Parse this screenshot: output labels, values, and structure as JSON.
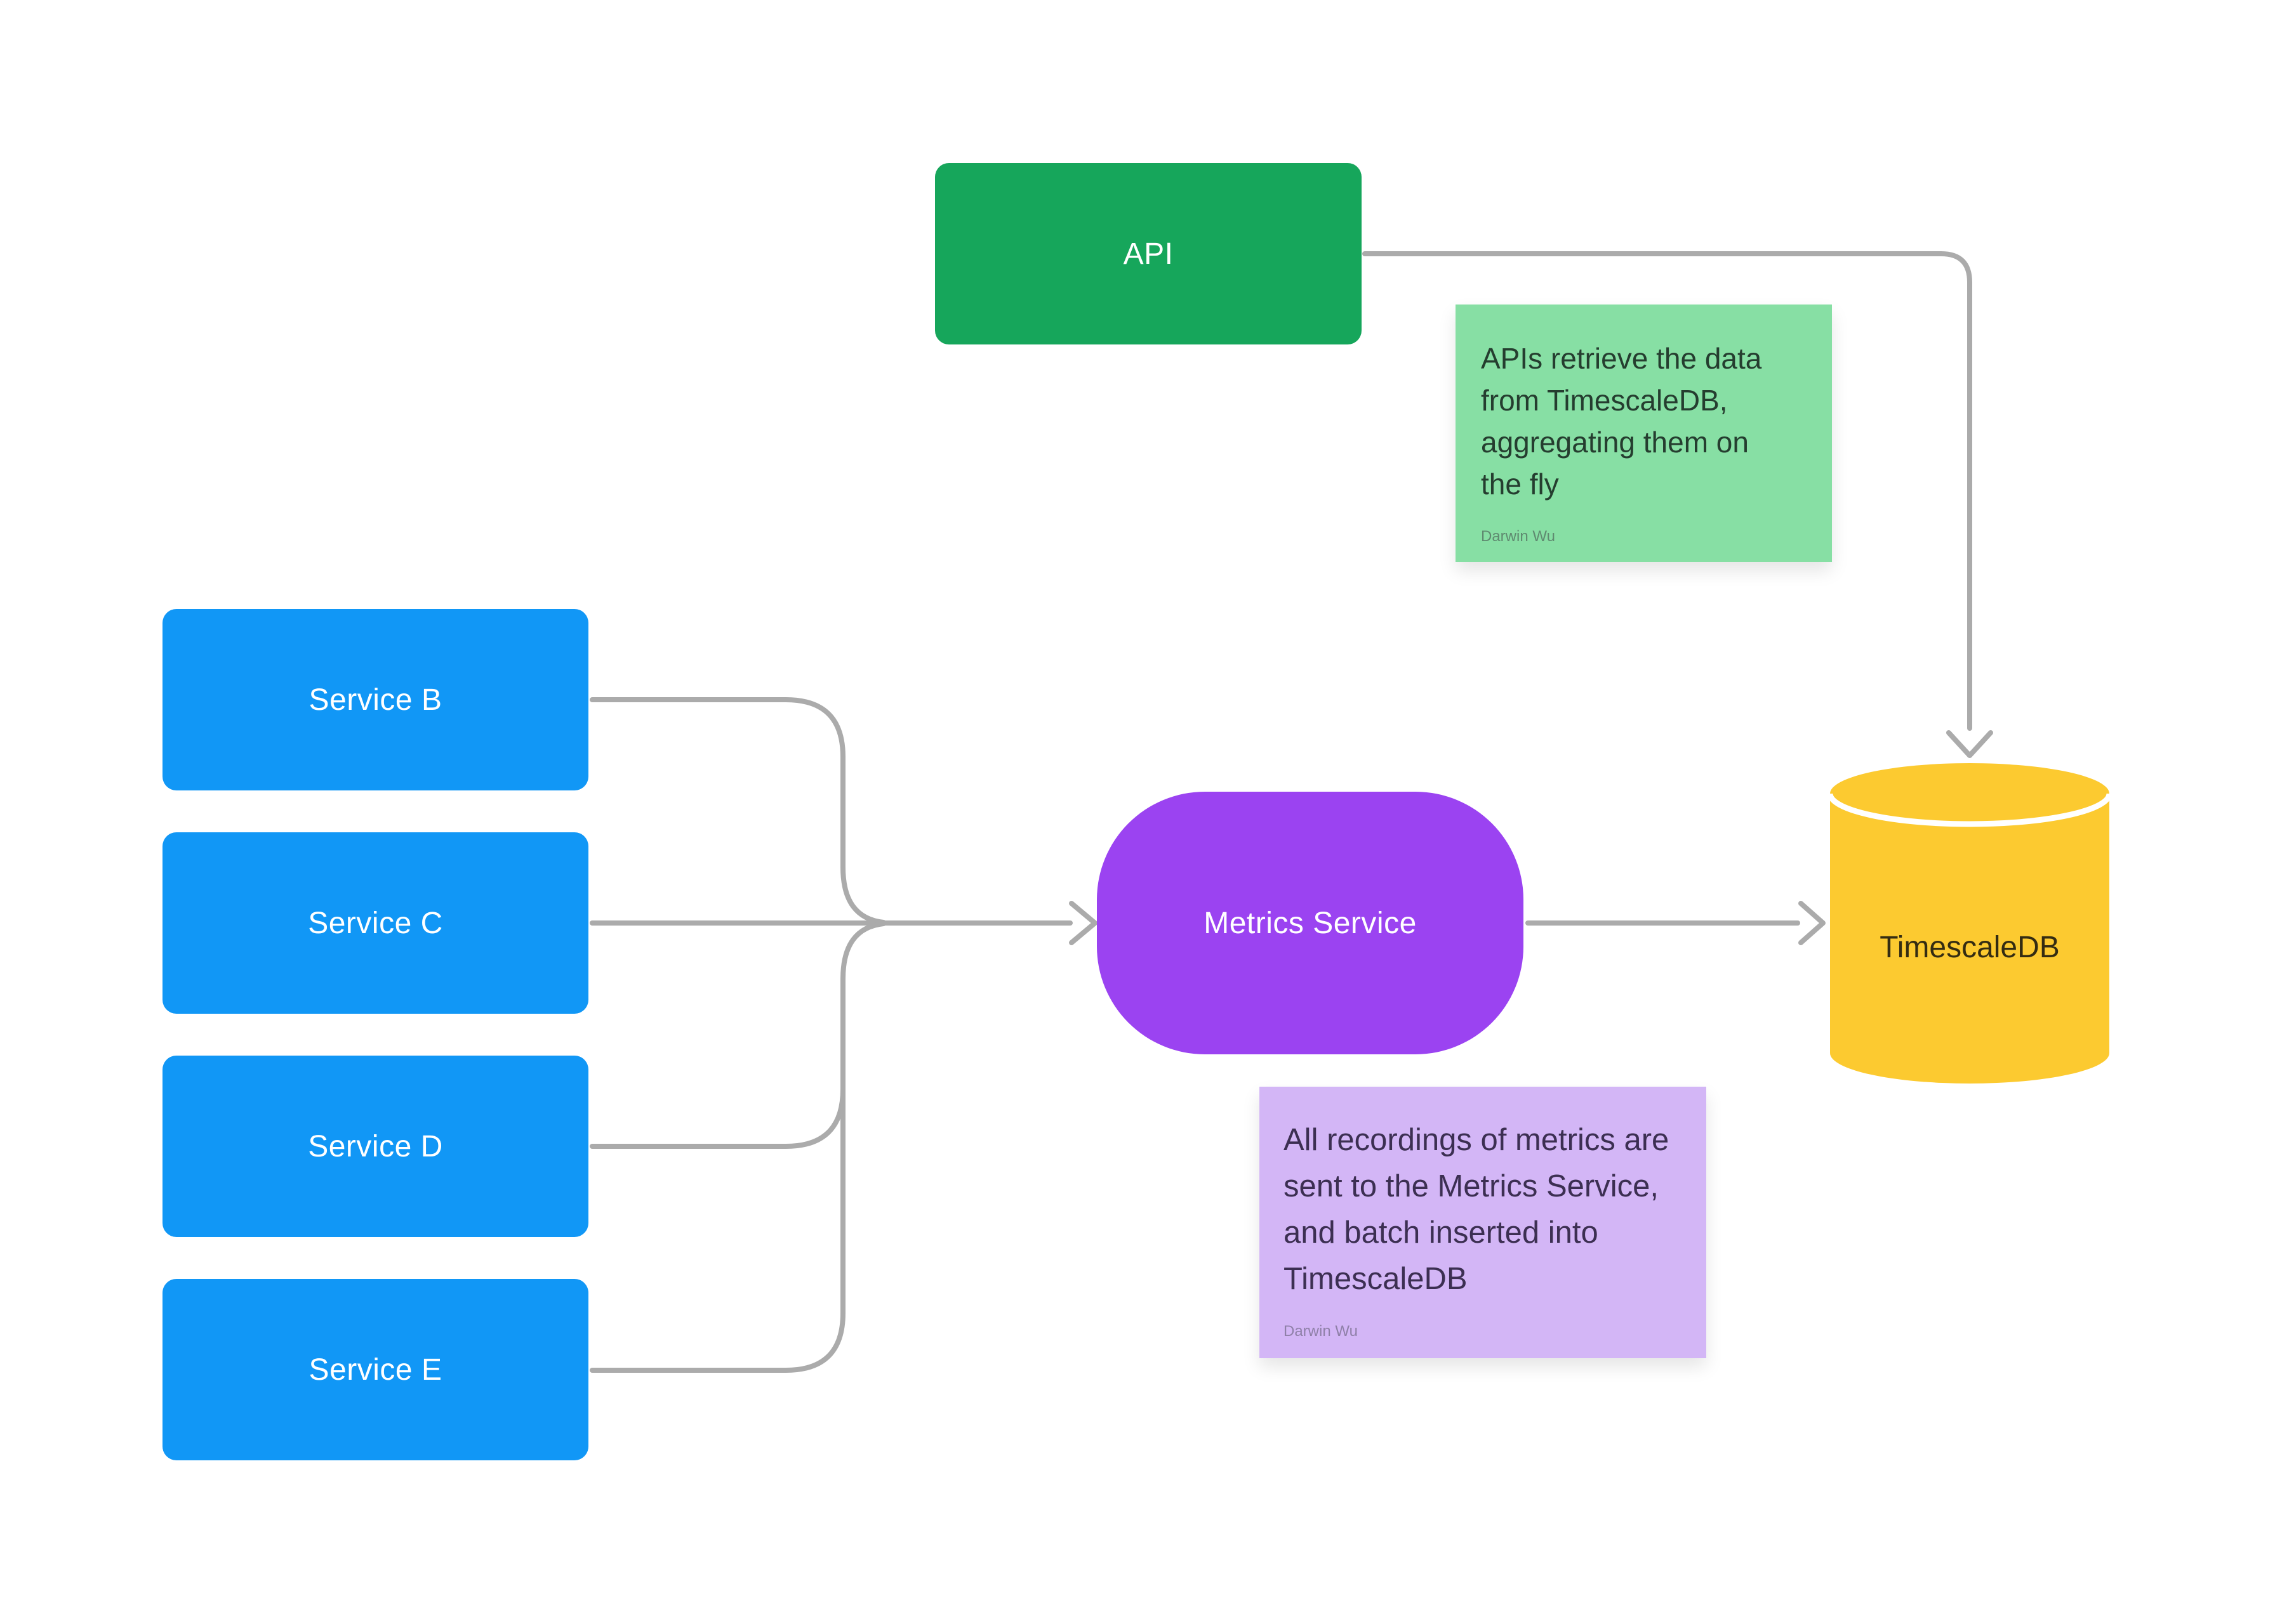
{
  "app": {
    "type": "whiteboard-architecture-diagram",
    "background": "#FFFFFF"
  },
  "colors": {
    "api_box": "#16A65B",
    "service_box": "#1197F6",
    "metrics_box": "#9B43F1",
    "db_cylinder_fill": "#FCCA30",
    "db_cylinder_divider": "#FFFFFF",
    "note_green_bg": "#87DFA4",
    "note_purple_bg": "#D3B6F6",
    "connector": "#ABABAB",
    "node_label_text": "#FFFFFF",
    "db_label_text": "#342C12",
    "note_green_text": "#253D2F",
    "note_purple_text": "#3C2F52"
  },
  "nodes": {
    "api": {
      "label": "API"
    },
    "services": [
      {
        "label": "Service B"
      },
      {
        "label": "Service C"
      },
      {
        "label": "Service D"
      },
      {
        "label": "Service E"
      }
    ],
    "metrics": {
      "label": "Metrics Service"
    },
    "db": {
      "label": "TimescaleDB"
    }
  },
  "notes": {
    "api_note": {
      "text": "APIs retrieve the data\nfrom TimescaleDB,\naggregating them on\nthe fly",
      "author": "Darwin Wu"
    },
    "metrics_note": {
      "text": "All recordings of metrics are\nsent to the Metrics Service,\nand batch inserted into\nTimescaleDB",
      "author": "Darwin Wu"
    }
  },
  "edges": {
    "service_b_to_metrics": "Service B → Metrics Service",
    "service_c_to_metrics": "Service C → Metrics Service",
    "service_d_to_metrics": "Service D → Metrics Service",
    "service_e_to_metrics": "Service E → Metrics Service",
    "metrics_to_db": "Metrics Service → TimescaleDB",
    "api_to_db": "API → TimescaleDB"
  }
}
